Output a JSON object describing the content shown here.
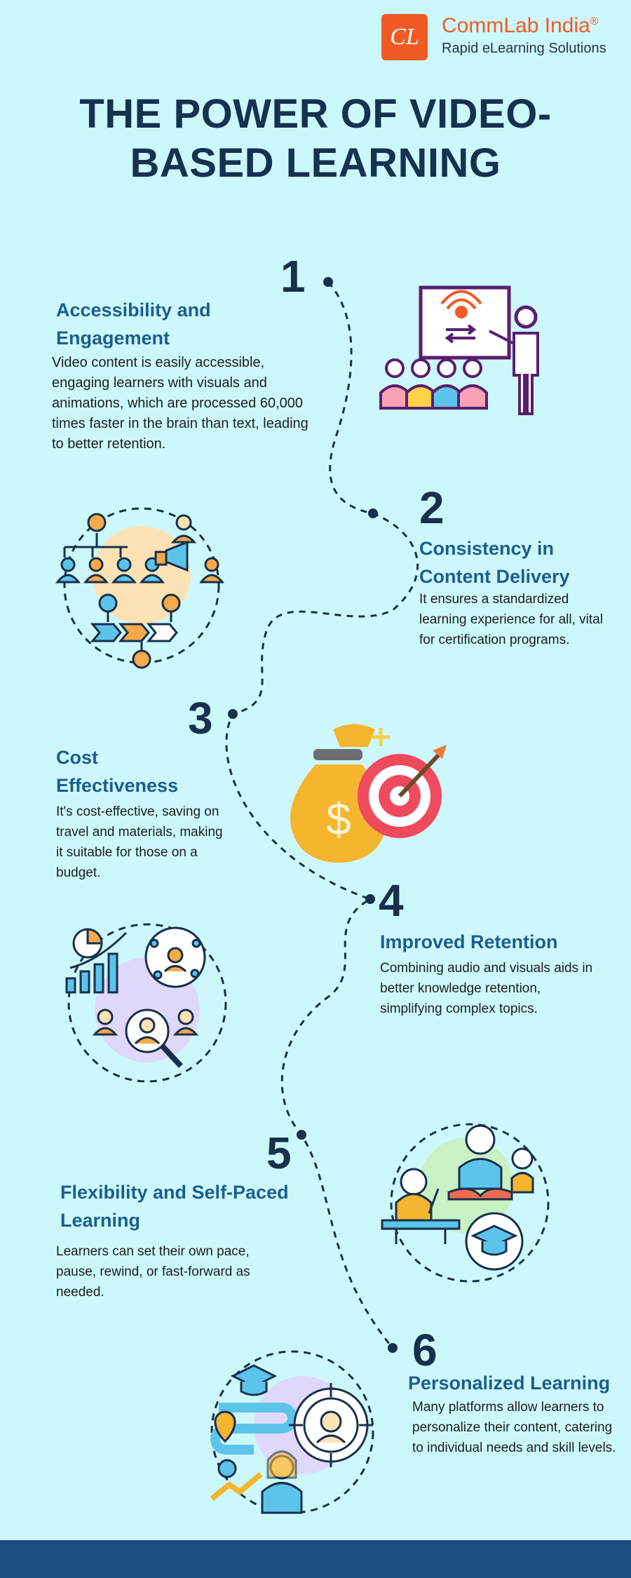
{
  "brand": {
    "logo_letters": "CL",
    "name": "CommLab India",
    "registered_mark": "®",
    "tagline": "Rapid eLearning Solutions",
    "orange": "#f15a24"
  },
  "title": "THE POWER OF VIDEO-BASED LEARNING",
  "sections": [
    {
      "number": "1",
      "heading": "Accessibility and Engagement",
      "body": "Video content is easily accessible, engaging learners with visuals and animations, which are processed 60,000 times faster in the brain than text, leading to better retention.",
      "icon": "presentation-teacher-audience-icon"
    },
    {
      "number": "2",
      "heading": "Consistency in Content Delivery",
      "body": "It ensures a standardized learning experience for all, vital for certification programs.",
      "icon": "org-chart-megaphone-icon"
    },
    {
      "number": "3",
      "heading": "Cost Effectiveness",
      "body": "It's cost-effective, saving on travel and materials, making it suitable for those on a budget.",
      "icon": "money-bag-target-icon"
    },
    {
      "number": "4",
      "heading": "Improved Retention",
      "body": "Combining audio and visuals aids in better knowledge retention, simplifying complex topics.",
      "icon": "analytics-network-people-icon"
    },
    {
      "number": "5",
      "heading": "Flexibility and Self-Paced Learning",
      "body": "Learners can set their own pace, pause, rewind, or fast-forward as needed.",
      "icon": "students-graduation-cap-icon"
    },
    {
      "number": "6",
      "heading": "Personalized Learning",
      "body": "Many platforms allow learners to personalize their content, catering to individual needs and skill levels.",
      "icon": "learning-path-target-person-icon"
    }
  ],
  "colors": {
    "background": "#cdf8fb",
    "title": "#15324f",
    "heading": "#1d5d8f",
    "footer": "#1b4c7f"
  }
}
